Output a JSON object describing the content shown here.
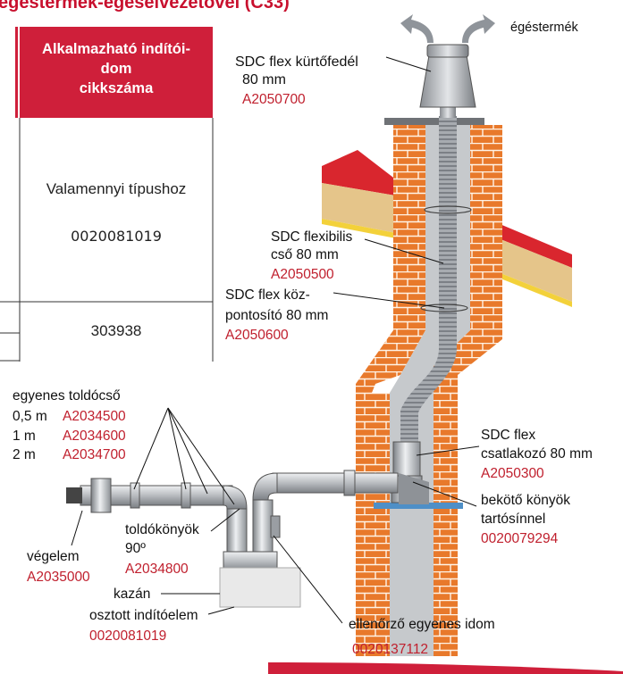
{
  "title_fragment": "égéstermék-égéselvezetővel (C33)",
  "table": {
    "header": "Alkalmazható indítóidom cikkszáma",
    "header_lines": [
      "Alkalmazható indítói-",
      "dom",
      "cikkszáma"
    ],
    "row1_text": "Valamennyi típushoz",
    "row1_code": "0020081019",
    "row2_code": "303938"
  },
  "labels": {
    "exhaust": "égéstermék",
    "cap_name": "SDC  flex kürtőfedél",
    "cap_size": "80 mm",
    "cap_code": "A2050700",
    "flexpipe_name": "SDC flexibilis",
    "flexpipe_size": "cső 80 mm",
    "flexpipe_code": "A2050500",
    "centraliser_name1": "SDC flex köz-",
    "centraliser_name2": "pontosító 80 mm",
    "centraliser_code": "A2050600",
    "connector_name1": "SDC flex",
    "connector_name2": "csatlakozó 80 mm",
    "connector_code": "A2050300",
    "elbow_support_name1": "bekötő könyök",
    "elbow_support_name2": "tartósínnel",
    "elbow_support_code": "0020079294",
    "straight_ext_title": "egyenes toldócső",
    "straight_ext": [
      {
        "length": "0,5 m",
        "code": "A2034500"
      },
      {
        "length": "1 m",
        "code": "A2034600"
      },
      {
        "length": "2 m",
        "code": "A2034700"
      }
    ],
    "ext_elbow_name": "toldókönyök",
    "ext_elbow_angle": "90º",
    "ext_elbow_code": "A2034800",
    "end_piece_name": "végelem",
    "end_piece_code": "A2035000",
    "boiler": "kazán",
    "split_starter_name": "osztott indítóelem",
    "split_starter_code": "0020081019",
    "inspection_name": "ellenőrző egyenes idom",
    "inspection_code": "0020137112"
  },
  "colors": {
    "accent_red": "#cf1f3a",
    "code_red": "#c0202e",
    "brick": "#e8792b",
    "roof_red": "#d9262e",
    "roof_tan": "#e5c58a",
    "pipe_grey": "#b9bcc0"
  }
}
